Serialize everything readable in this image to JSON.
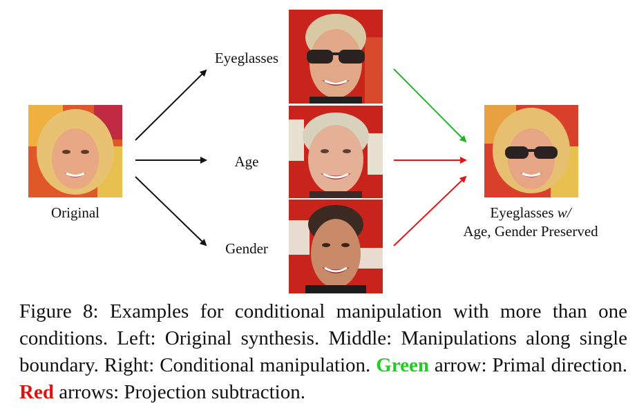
{
  "figure": {
    "labels": {
      "original": "Original",
      "eyeglasses": "Eyeglasses",
      "age": "Age",
      "gender": "Gender",
      "result_line1_main": "Eyeglasses ",
      "result_line1_em": "w/",
      "result_line2": "Age, Gender Preserved"
    },
    "colors": {
      "primal_arrow": "#22b422",
      "projection_arrow": "#e41414",
      "neutral_arrow": "#111111",
      "background_red": "#c8241c"
    }
  },
  "caption": {
    "part1": "Figure 8: Examples for conditional manipulation with more than one conditions. Left: Original synthesis. Middle: Manipulations along single boundary. Right: Conditional manipulation. ",
    "green_word": "Green",
    "part2": " arrow: Primal direction. ",
    "red_word": "Red",
    "part3": " arrows: Projection subtraction."
  }
}
